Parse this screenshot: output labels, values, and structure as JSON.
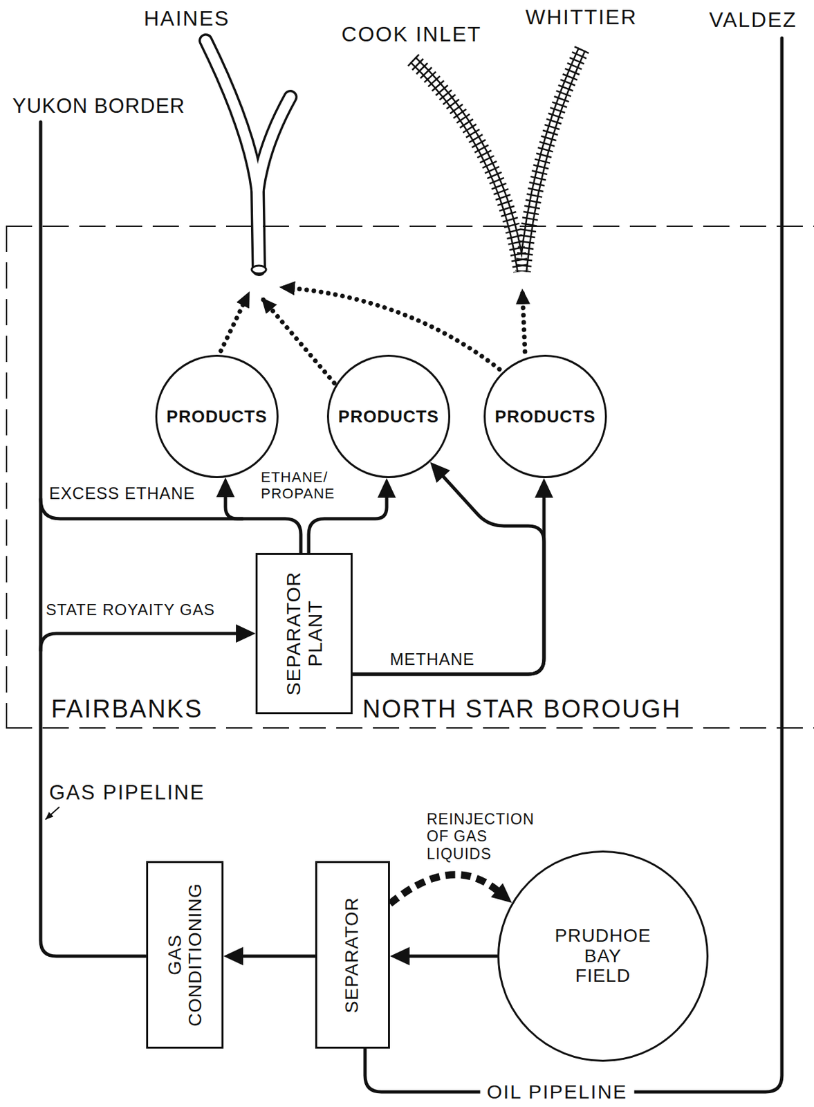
{
  "diagram": {
    "nodes": [
      {
        "text": [
          "FAIRBANKS",
          "NORTH STAR BOROUGH"
        ]
      },
      {
        "text": [
          "PRODUCTS"
        ],
        "in": 0
      },
      {
        "text": [
          "PRODUCTS"
        ],
        "in": 0
      },
      {
        "text": [
          "PRODUCTS"
        ],
        "in": 0
      },
      {
        "text": [
          "SEPARATOR PLANT"
        ],
        "in": 0
      },
      {
        "text": [
          "GAS CONDITIONING"
        ]
      },
      {
        "text": [
          "SEPARATOR"
        ]
      },
      {
        "text": [
          "PRUDHOE BAY FIELD"
        ]
      }
    ],
    "edges": [
      {
        "from": 7,
        "to": 6,
        "arrow": "to"
      },
      {
        "from": 6,
        "to": 7,
        "arrow": "to"
      },
      {
        "from": 6,
        "to": 5,
        "arrow": "to"
      },
      {
        "from": 5,
        "to": 4,
        "arrow": "to"
      },
      {
        "from": 4,
        "to": 1,
        "arrow": "to"
      },
      {
        "from": 4,
        "to": 2,
        "arrow": "to"
      },
      {
        "from": 4,
        "to": 3,
        "arrow": "to"
      },
      {
        "from": 4,
        "to": 2,
        "arrow": "to"
      }
    ],
    "labels": [
      "HAINES",
      "COOK INLET",
      "WHITTIER",
      "VALDEZ",
      "YUKON BORDER",
      "EXCESS ETHANE",
      "ETHANE/ PROPANE",
      "STATE ROYAITY GAS",
      "METHANE",
      "GAS PIPELINE",
      "REINJECTION OF GAS LIQUIDS",
      "OIL PIPELINE"
    ]
  }
}
